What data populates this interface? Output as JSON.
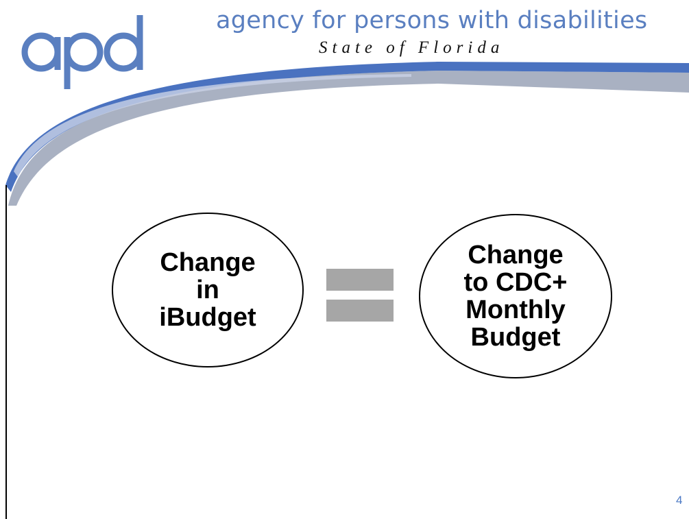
{
  "header": {
    "agency_name": "agency for persons with disabilities",
    "state_name": "State of Florida",
    "logo_text": "apd"
  },
  "diagram": {
    "left_node": {
      "lines": [
        "Change",
        "in",
        "iBudget"
      ]
    },
    "operator": "equals",
    "right_node": {
      "lines": [
        "Change",
        "to CDC+",
        "Monthly",
        "Budget"
      ]
    }
  },
  "footer": {
    "page_number": "4"
  },
  "colors": {
    "brand_blue": "#5a7fc0",
    "swoosh_blue": "#4a72c0",
    "swoosh_gray": "#a9b1c2",
    "equals_gray": "#a6a6a6"
  }
}
